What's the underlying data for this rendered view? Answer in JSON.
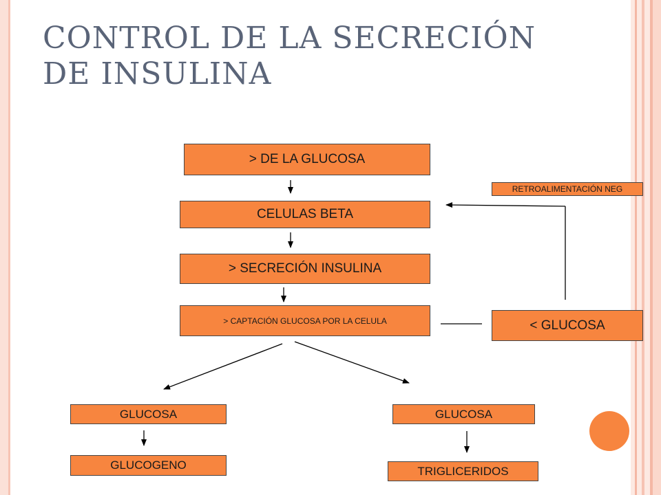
{
  "title": "CONTROL DE LA SECRECIÓN DE INSULINA",
  "boxes": {
    "glucose_up": "> DE LA GLUCOSA",
    "beta_cells": "CELULAS BETA",
    "insulin_secretion": "> SECRECIÓN INSULINA",
    "glucose_uptake": "> CAPTACIÓN GLUCOSA POR LA CELULA",
    "glucose_down": "< GLUCOSA",
    "feedback": "RETROALIMENTACIÓN  NEG",
    "glucose_left": "GLUCOSA",
    "glycogen": "GLUCOGENO",
    "glucose_right": "GLUCOSA",
    "triglycerides": "TRIGLICERIDOS"
  },
  "colors": {
    "box_fill": "#f7853f",
    "title": "#5a6478"
  }
}
